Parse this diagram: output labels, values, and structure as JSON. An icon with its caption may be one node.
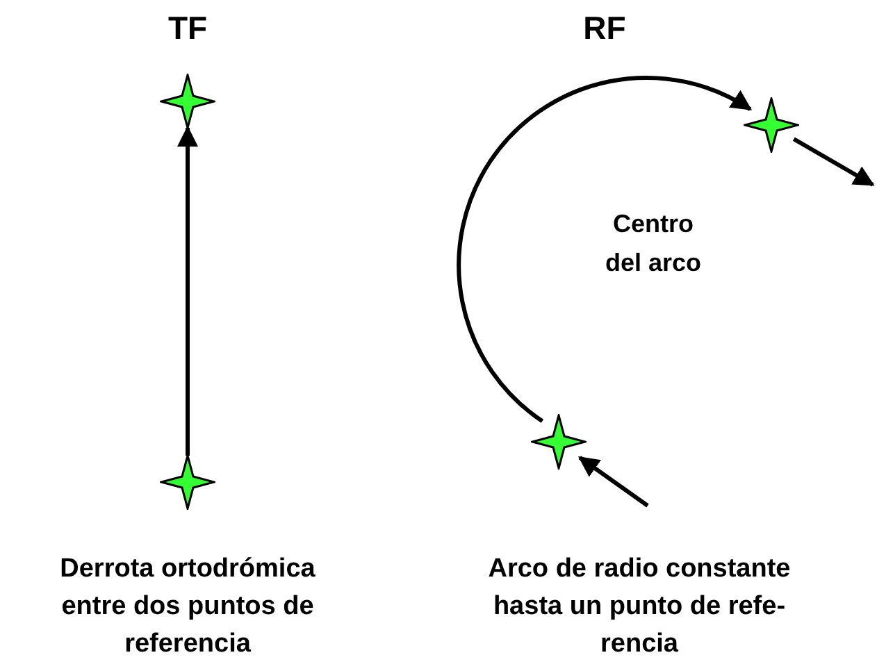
{
  "diagram": {
    "nodes": [
      {
        "text": [],
        "shape": "star"
      },
      {
        "text": [],
        "shape": "star"
      },
      {
        "text": [],
        "shape": "star"
      },
      {
        "text": [],
        "shape": "star"
      }
    ],
    "edges": [
      {
        "from": 1,
        "to": 0,
        "arrow": "to"
      },
      {
        "from": 3,
        "to": 2,
        "arrow": "to"
      },
      {
        "from": null,
        "to": 3,
        "arrow": "to"
      },
      {
        "from": 2,
        "to": null,
        "arrow": "to"
      }
    ],
    "labels": [
      "TF",
      "RF",
      "Centro del arco",
      "Derrota ortodrómica entre dos puntos de referencia",
      "Arco de radio constante hasta un punto de refe- rencia"
    ]
  }
}
